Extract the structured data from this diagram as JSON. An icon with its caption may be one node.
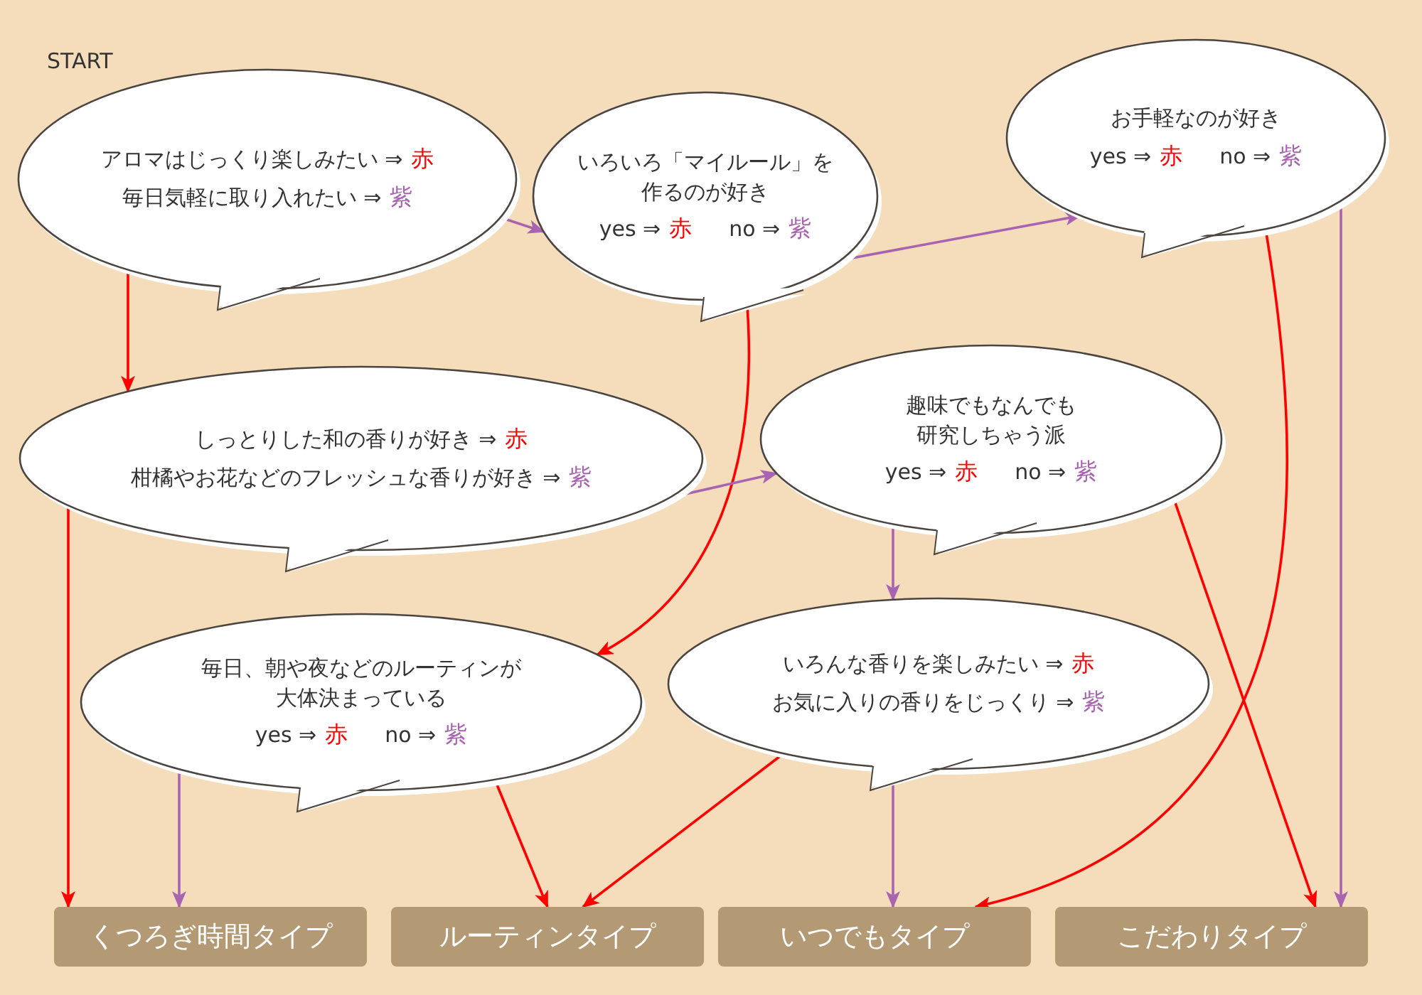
{
  "diagram": {
    "nodes": [
      {
        "text": [
          "アロマはじっくり楽しみたい ⇒",
          "赤",
          "毎日気軽に取り入れたい ⇒",
          "紫"
        ]
      },
      {
        "text": [
          "いろいろ「マイルール」を作るのが好き",
          "yes ⇒",
          "赤",
          "no ⇒",
          "紫"
        ]
      },
      {
        "text": [
          "お手軽なのが好き",
          "yes ⇒",
          "赤",
          "no ⇒",
          "紫"
        ]
      },
      {
        "text": [
          "しっとりした和の香りが好き ⇒",
          "赤",
          "柑橘やお花などのフレッシュな香りが好き ⇒",
          "紫"
        ]
      },
      {
        "text": [
          "趣味でもなんでも研究しちゃう派",
          "yes ⇒",
          "赤",
          "no ⇒",
          "紫"
        ]
      },
      {
        "text": [
          "毎日、朝や夜などのルーティンが大体決まっている",
          "yes ⇒",
          "赤",
          "no ⇒",
          "紫"
        ]
      },
      {
        "text": [
          "いろんな香りを楽しみたい ⇒",
          "赤",
          "お気に入りの香りをじっくり ⇒",
          "紫"
        ]
      },
      {
        "text": [
          "くつろぎ時間タイプ"
        ]
      },
      {
        "text": [
          "ルーティンタイプ"
        ]
      },
      {
        "text": [
          "いつでもタイプ"
        ]
      },
      {
        "text": [
          "こだわりタイプ"
        ]
      }
    ],
    "edges": [
      {
        "from": 0,
        "to": 3,
        "arrow": "to",
        "color": "#ff0000"
      },
      {
        "from": 0,
        "to": 1,
        "arrow": "to",
        "color": "#a864b0"
      },
      {
        "from": 1,
        "to": 5,
        "arrow": "to",
        "color": "#ff0000"
      },
      {
        "from": 1,
        "to": 2,
        "arrow": "to",
        "color": "#a864b0"
      },
      {
        "from": 2,
        "to": 9,
        "arrow": "to",
        "color": "#ff0000"
      },
      {
        "from": 2,
        "to": 10,
        "arrow": "to",
        "color": "#a864b0"
      },
      {
        "from": 3,
        "to": 7,
        "arrow": "to",
        "color": "#ff0000"
      },
      {
        "from": 3,
        "to": 4,
        "arrow": "to",
        "color": "#a864b0"
      },
      {
        "from": 4,
        "to": 6,
        "arrow": "to",
        "color": "#a864b0"
      },
      {
        "from": 4,
        "to": 10,
        "arrow": "to",
        "color": "#ff0000"
      },
      {
        "from": 5,
        "to": 7,
        "arrow": "to",
        "color": "#a864b0"
      },
      {
        "from": 5,
        "to": 8,
        "arrow": "to",
        "color": "#ff0000"
      },
      {
        "from": 6,
        "to": 8,
        "arrow": "to",
        "color": "#ff0000"
      },
      {
        "from": 6,
        "to": 9,
        "arrow": "to",
        "color": "#a864b0"
      }
    ],
    "labels": [
      "START"
    ]
  }
}
